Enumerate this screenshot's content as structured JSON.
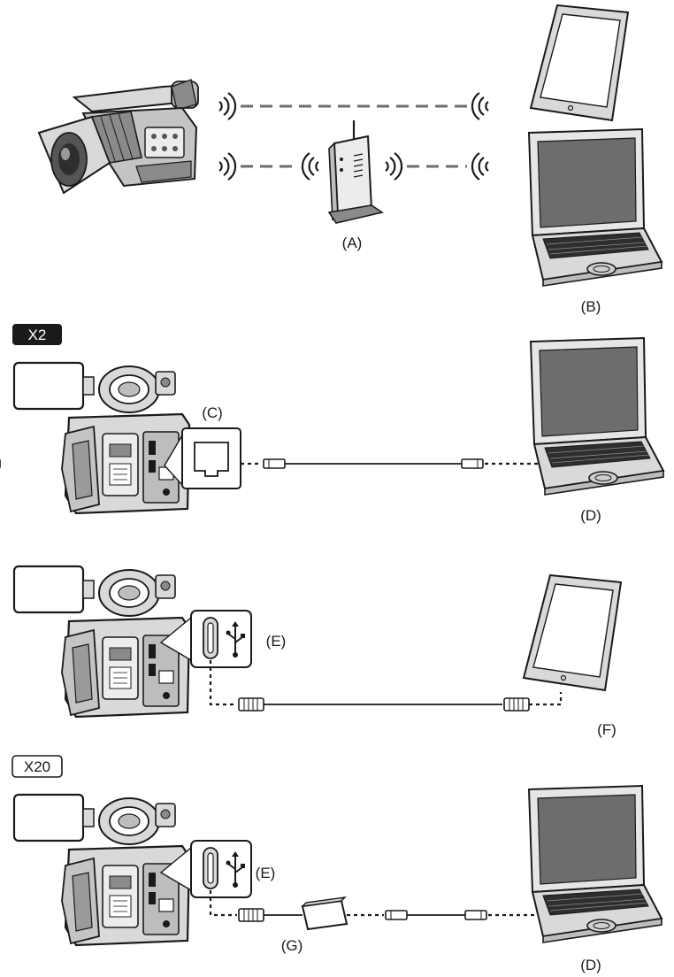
{
  "labels": {
    "A": "(A)",
    "B": "(B)",
    "C": "(C)",
    "D": "(D)",
    "E": "(E)",
    "F": "(F)",
    "G": "(G)"
  },
  "models": {
    "x2": "X2",
    "x20": "X20"
  },
  "colors": {
    "line": "#1a1a1a",
    "device_fill": "#d9d9d9",
    "device_dark": "#555555",
    "badge_dark": "#1a1a1a",
    "background": "#ffffff"
  },
  "icons": [
    "camcorder-icon",
    "wifi-waves-icon",
    "router-icon",
    "tablet-icon",
    "laptop-icon",
    "lan-port-icon",
    "usb-port-icon",
    "usb-symbol-icon",
    "cable-icon",
    "lan-adapter-icon"
  ]
}
